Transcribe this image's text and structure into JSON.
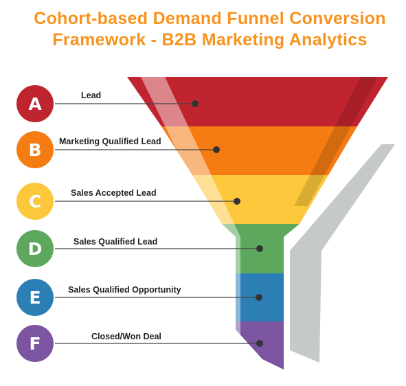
{
  "title": {
    "line1": "Cohort-based Demand Funnel Conversion",
    "line2": "Framework - B2B Marketing Analytics",
    "color": "#f7931e"
  },
  "stages": [
    {
      "letter": "A",
      "label": "Lead",
      "color": "#c0242f"
    },
    {
      "letter": "B",
      "label": "Marketing Qualified Lead",
      "color": "#f57c13"
    },
    {
      "letter": "C",
      "label": "Sales Accepted Lead",
      "color": "#fcc73b"
    },
    {
      "letter": "D",
      "label": "Sales Qualified Lead",
      "color": "#5ea85e"
    },
    {
      "letter": "E",
      "label": "Sales Qualified Opportunity",
      "color": "#2b7fb5"
    },
    {
      "letter": "F",
      "label": "Closed/Won Deal",
      "color": "#7c55a0"
    }
  ]
}
